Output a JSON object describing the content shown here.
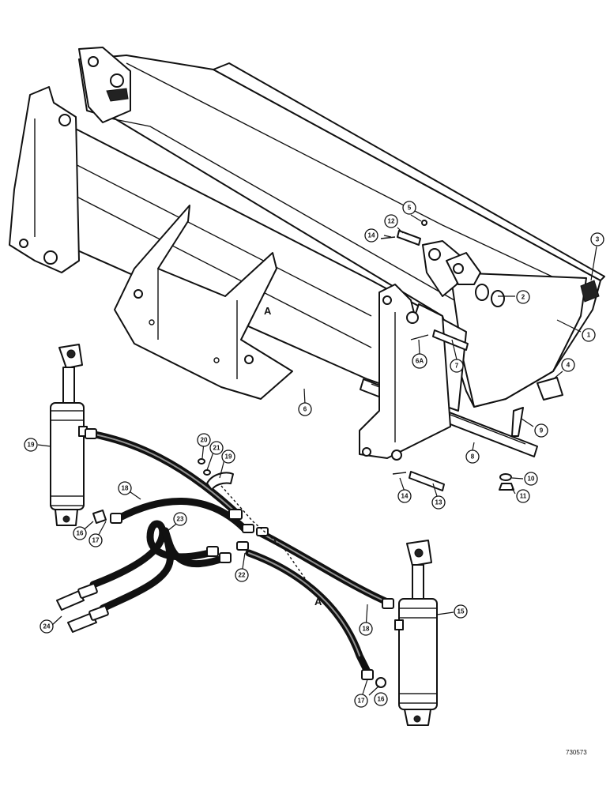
{
  "callouts": [
    "1",
    "2",
    "3",
    "4",
    "5",
    "6",
    "6A",
    "7",
    "8",
    "9",
    "10",
    "11",
    "12",
    "13",
    "14",
    "14",
    "15",
    "16",
    "16",
    "17",
    "17",
    "18",
    "18",
    "19",
    "20",
    "21",
    "22",
    "23",
    "24",
    "19"
  ],
  "section_marks": [
    "A",
    "A"
  ],
  "figure_number": "730573"
}
